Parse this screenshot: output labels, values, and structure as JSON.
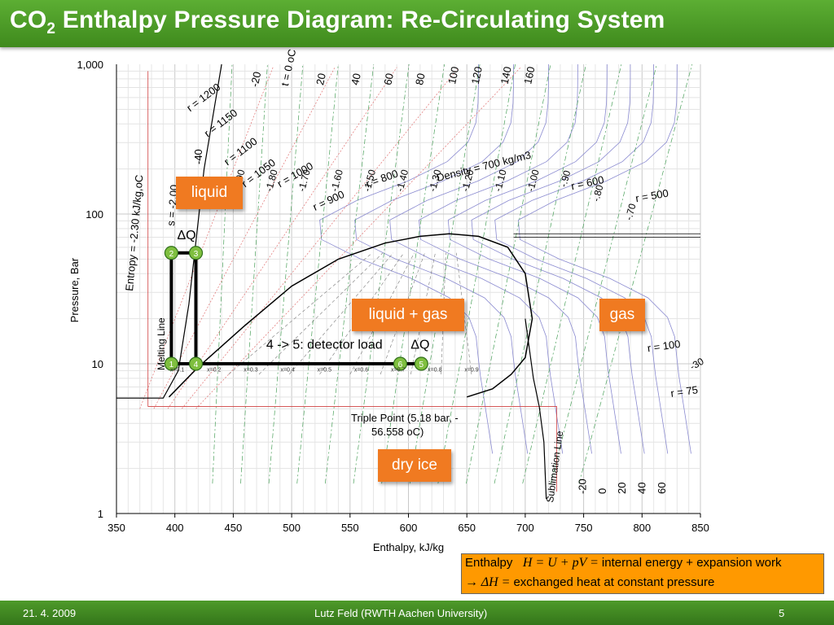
{
  "slide": {
    "title_main": "CO",
    "title_sub": "2",
    "title_rest": " Enthalpy Pressure Diagram: Re-Circulating System",
    "footer_date": "21. 4. 2009",
    "footer_author": "Lutz Feld (RWTH Aachen University)",
    "footer_page": "5",
    "accent_color": "#4e9a2a",
    "box_color": "#f07a21"
  },
  "regions": {
    "liquid": "liquid",
    "liquid_gas": "liquid + gas",
    "gas": "gas",
    "dry_ice": "dry ice"
  },
  "formula": {
    "enthalpy_word": "Enthalpy",
    "eq_lhs": "H",
    "eq_mid": " = U + pV = ",
    "eq_text": "internal energy  +  expansion work",
    "line2_arrow": "→ ΔH = ",
    "line2_text": "exchanged heat at constant pressure"
  },
  "chart_data": {
    "type": "line",
    "xlabel": "Enthalpy, kJ/kg",
    "ylabel": "Pressure, Bar",
    "xlim": [
      350,
      850
    ],
    "ylim": [
      1,
      1000
    ],
    "y_scale": "log",
    "grid": true,
    "x_ticks": [
      "350",
      "400",
      "450",
      "500",
      "550",
      "600",
      "650",
      "700",
      "750",
      "800",
      "850"
    ],
    "y_ticks": [
      "1",
      "10",
      "100",
      "1,000"
    ],
    "saturation_dome": {
      "x": [
        395,
        420,
        460,
        500,
        540,
        580,
        610,
        635,
        660,
        685,
        700,
        706,
        700,
        688,
        672,
        650
      ],
      "y": [
        6.0,
        9.5,
        18,
        33,
        50,
        64,
        71,
        73.8,
        71,
        60,
        40,
        20,
        11,
        8.5,
        6.8,
        6.0
      ]
    },
    "cycle": {
      "points": [
        {
          "label": "1",
          "x": 397,
          "y": 10
        },
        {
          "label": "2",
          "x": 397,
          "y": 55
        },
        {
          "label": "3",
          "x": 418,
          "y": 55
        },
        {
          "label": "4",
          "x": 418,
          "y": 10
        },
        {
          "label": "6",
          "x": 593,
          "y": 10
        },
        {
          "label": "5",
          "x": 611,
          "y": 10
        }
      ],
      "annotations": [
        {
          "text": "ΔQ",
          "x": 410,
          "y": 68
        },
        {
          "text": "4 -> 5: detector load",
          "x": 528,
          "y": 12.6
        },
        {
          "text": "ΔQ",
          "x": 610,
          "y": 12.6
        }
      ]
    },
    "quality_labels": [
      "x=0.1",
      "x=0.2",
      "x=0.3",
      "x=0.4",
      "x=0.5",
      "x=0.6",
      "x=0.7",
      "x=0.8",
      "x=0.9"
    ],
    "density_labels": [
      "r = 1200",
      "r = 1150",
      "r = 1100",
      "r = 1050",
      "r = 1000",
      "r = 900",
      "r = 800",
      "Density = 700 kg/m3",
      "r = 600",
      "r = 500",
      "r = 100",
      "r = 75"
    ],
    "entropy_labels": [
      "-1.90",
      "-1.80",
      "-1.70",
      "-1.60",
      "-1.50",
      "-1.40",
      "-1.30",
      "-1.20",
      "-1.10",
      "-1.00",
      "-.90",
      "-.80",
      "-.70"
    ],
    "temperature_labels": [
      "-20",
      "t = 0 oC",
      "20",
      "40",
      "60",
      "80",
      "100",
      "120",
      "140",
      "160"
    ],
    "temperature_bottom_labels": [
      "-20",
      "0",
      "20",
      "40",
      "60"
    ],
    "other_labels": {
      "entropy_axis": "Entropy = -2.30 kJ/kg,oC",
      "s_label": "s = -2.00",
      "minus40": "-40",
      "melting": "Melting Line",
      "sublimation": "Sublimation Line",
      "triple1": "Triple Point (5.18 bar, -",
      "triple2": "56.558 oC)",
      "minus30": "-30"
    }
  }
}
